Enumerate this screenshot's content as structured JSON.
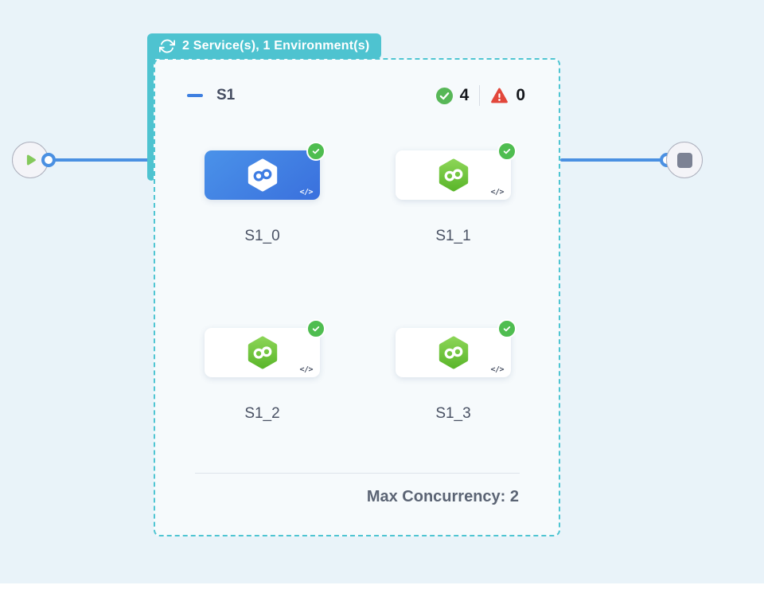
{
  "header_badge": {
    "label": "2 Service(s), 1 Environment(s)",
    "icon": "sync-icon"
  },
  "group": {
    "title": "S1",
    "success_count": "4",
    "failure_count": "0",
    "max_concurrency_label": "Max Concurrency: 2",
    "card_code_glyph": "</>",
    "services": [
      {
        "name": "S1_0",
        "selected": true,
        "status": "success"
      },
      {
        "name": "S1_1",
        "selected": false,
        "status": "success"
      },
      {
        "name": "S1_2",
        "selected": false,
        "status": "success"
      },
      {
        "name": "S1_3",
        "selected": false,
        "status": "success"
      }
    ]
  },
  "flow": {
    "start_node": "play",
    "end_node": "stop"
  },
  "colors": {
    "accent_teal": "#4ec3d0",
    "edge_blue": "#4a90e2",
    "selected_card_blue": "#3f7de3",
    "success_green": "#4fbd50",
    "error_red": "#e2473b",
    "service_icon_green": "#6ec53c",
    "background": "#e9f3f9"
  }
}
